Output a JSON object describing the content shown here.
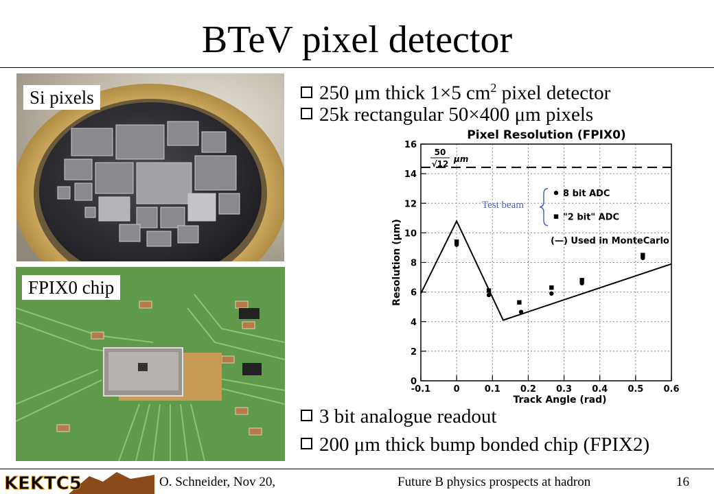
{
  "slide": {
    "title": "BTeV pixel detector",
    "photo1_label": "Si pixels",
    "photo2_label": "FPIX0 chip",
    "bullets": {
      "b1_a": "250 ",
      "b1_mu": "μ",
      "b1_b": "m thick 1",
      "b1_times": "×",
      "b1_c": "5 cm",
      "b1_sup": "2",
      "b1_d": " pixel detector",
      "b2_a": "25k rectangular 50",
      "b2_times": "×",
      "b2_b": "400 ",
      "b2_mu": "μ",
      "b2_c": "m pixels",
      "b3": "3 bit analogue readout",
      "b4_a": "200 ",
      "b4_mu": "μ",
      "b4_b": "m thick bump bonded chip (FPIX2)"
    },
    "annotation": "Test beam",
    "footer": {
      "left": "O. Schneider, Nov 20,",
      "center": "Future B physics prospects at hadron",
      "page": "16",
      "logo": "KEKTC5"
    },
    "colors": {
      "annotation": "#4c63b6",
      "logo_bg": "#f0a020"
    }
  },
  "chart_data": {
    "type": "scatter",
    "title": "Pixel Resolution (FPIX0)",
    "xlabel": "Track Angle (rad)",
    "ylabel": "Resolution (μm)",
    "xlim": [
      -0.1,
      0.6
    ],
    "ylim": [
      0,
      16
    ],
    "xticks": [
      "-0.1",
      "0",
      "0.1",
      "0.2",
      "0.3",
      "0.4",
      "0.5",
      "0.6"
    ],
    "yticks": [
      "0",
      "2",
      "4",
      "6",
      "8",
      "10",
      "12",
      "14",
      "16"
    ],
    "grid": true,
    "reference_line": {
      "y": 14.43,
      "label_num": "50",
      "label_den": "√12",
      "label_unit": "μm"
    },
    "legend": [
      "8 bit ADC",
      "\"2 bit\" ADC",
      "(—) Used in MonteCarlo"
    ],
    "series": [
      {
        "name": "8 bit ADC",
        "marker": "circle",
        "x": [
          0,
          0.09,
          0.18,
          0.265,
          0.35,
          0.52
        ],
        "y": [
          9.2,
          5.8,
          4.65,
          5.9,
          6.6,
          8.3
        ]
      },
      {
        "name": "\"2 bit\" ADC",
        "marker": "square",
        "x": [
          0,
          0.09,
          0.175,
          0.265,
          0.35,
          0.52
        ],
        "y": [
          9.4,
          6.1,
          5.3,
          6.3,
          6.8,
          8.5
        ]
      },
      {
        "name": "Used in MonteCarlo",
        "marker": "line",
        "x": [
          -0.1,
          0,
          0.13,
          0.6
        ],
        "y": [
          5.9,
          10.8,
          4.1,
          7.9
        ]
      }
    ]
  }
}
